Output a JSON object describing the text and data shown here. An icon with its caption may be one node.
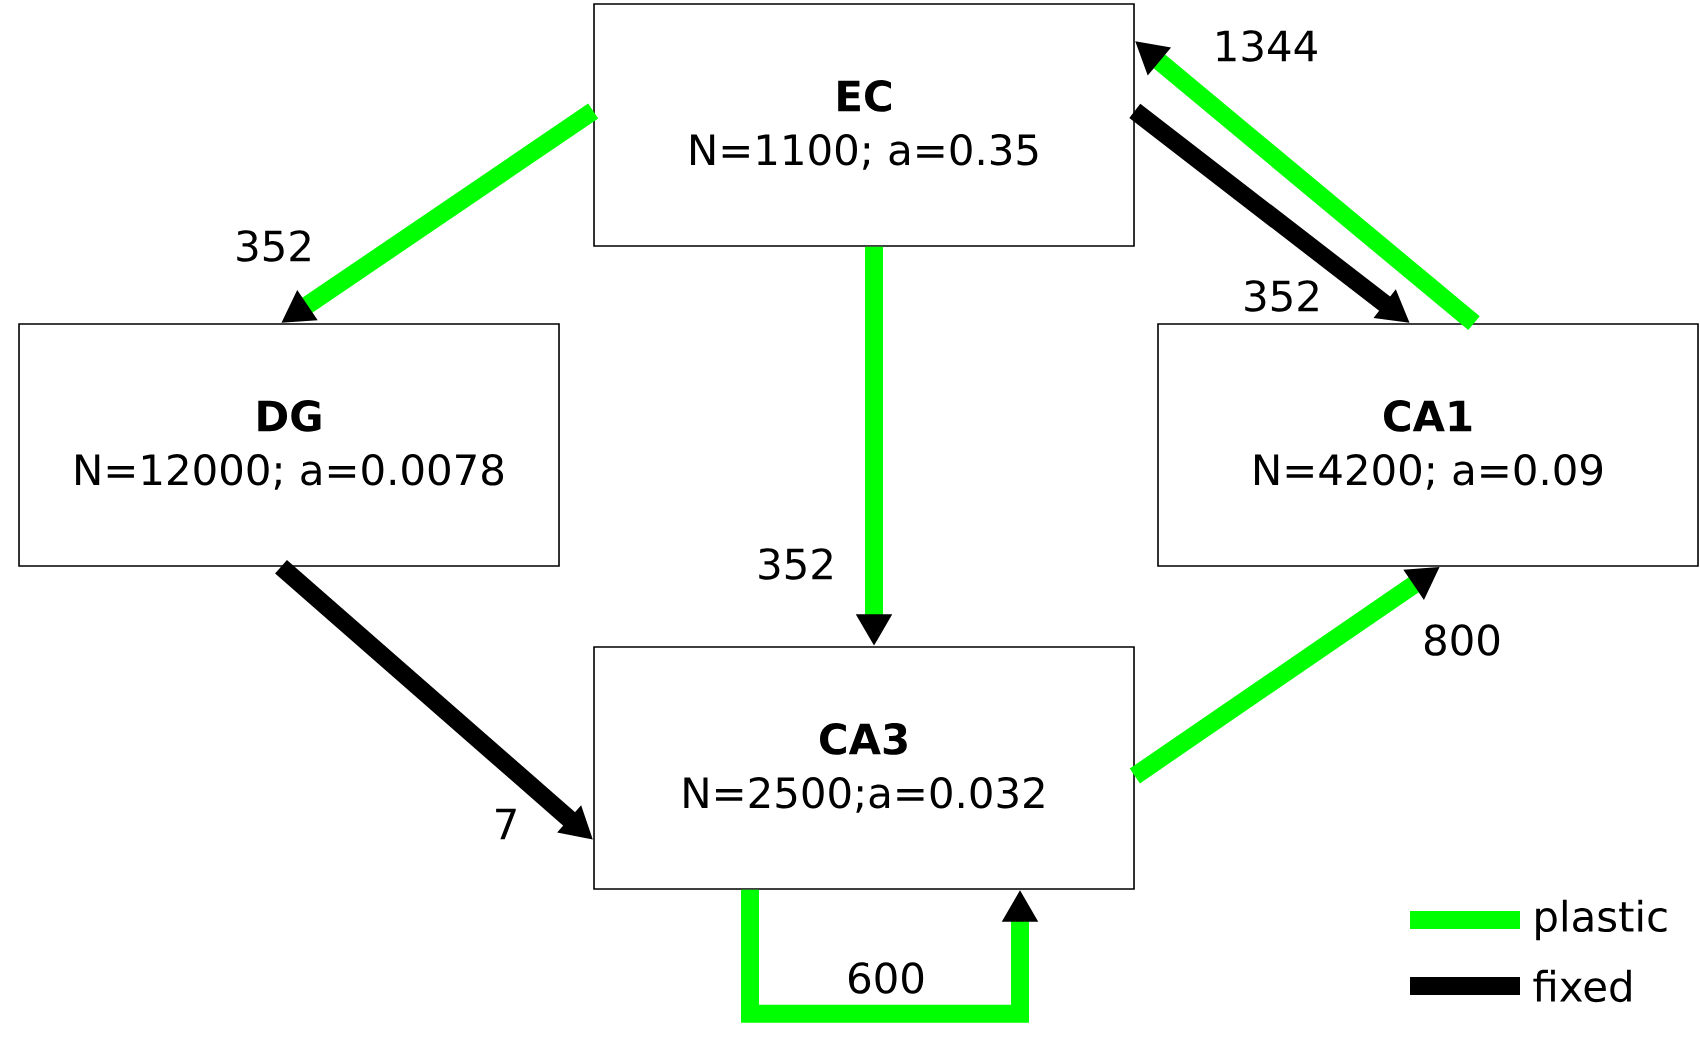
{
  "diagram": {
    "nodes": [
      {
        "text": [
          "EC",
          "N=1100; a=0.35"
        ]
      },
      {
        "text": [
          "DG",
          "N=12000; a=0.0078"
        ]
      },
      {
        "text": [
          "CA1",
          "N=4200; a=0.09"
        ]
      },
      {
        "text": [
          "CA3",
          "N=2500;a=0.032"
        ]
      }
    ],
    "edges": [
      {
        "from": 0,
        "to": 1,
        "arrow": "to",
        "label": "352"
      },
      {
        "from": 0,
        "to": 3,
        "arrow": "to",
        "label": "352"
      },
      {
        "from": 0,
        "to": 2,
        "arrow": "to",
        "label": "352",
        "color": "#000000"
      },
      {
        "from": 2,
        "to": 0,
        "arrow": "to",
        "label": "1344"
      },
      {
        "from": 1,
        "to": 3,
        "arrow": "to",
        "label": "7",
        "color": "#000000"
      },
      {
        "from": 3,
        "to": 2,
        "arrow": "to",
        "label": "800"
      },
      {
        "from": 3,
        "to": 3,
        "arrow": "to",
        "label": "600"
      }
    ],
    "legend": [
      {
        "text": "plastic",
        "color": "#00ff00"
      },
      {
        "text": "fixed",
        "color": "#000000"
      }
    ]
  }
}
